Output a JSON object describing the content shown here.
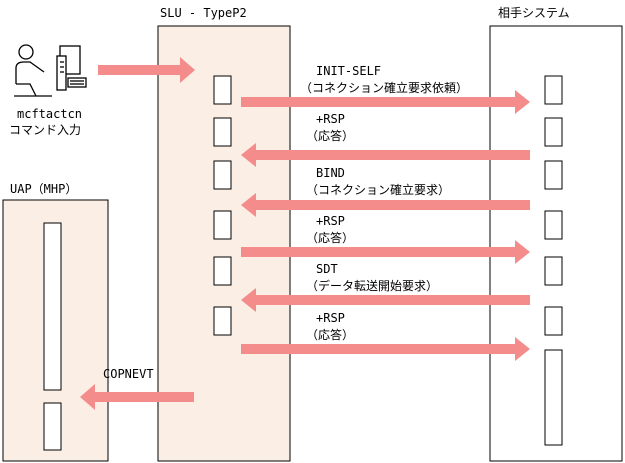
{
  "participants": {
    "user": {
      "command": "mcftactcn",
      "caption": "コマンド入力"
    },
    "slu": "SLU - TypeP2",
    "partner": "相手システム",
    "uap": "UAP（MHP）"
  },
  "messages": [
    {
      "line1": "INIT-SELF",
      "line2": "（コネクション確立要求依頼）",
      "direction": "right"
    },
    {
      "line1": "+RSP",
      "line2": "（応答）",
      "direction": "left"
    },
    {
      "line1": "BIND",
      "line2": "（コネクション確立要求）",
      "direction": "left"
    },
    {
      "line1": "+RSP",
      "line2": "（応答）",
      "direction": "right"
    },
    {
      "line1": "SDT",
      "line2": "（データ転送開始要求）",
      "direction": "left"
    },
    {
      "line1": "+RSP",
      "line2": "（応答）",
      "direction": "right"
    }
  ],
  "event": {
    "label": "COPNEVT",
    "direction": "left"
  },
  "colors": {
    "panel_fill": "#fbeee4",
    "arrow": "#f48c8c",
    "box_stroke": "#000000"
  }
}
